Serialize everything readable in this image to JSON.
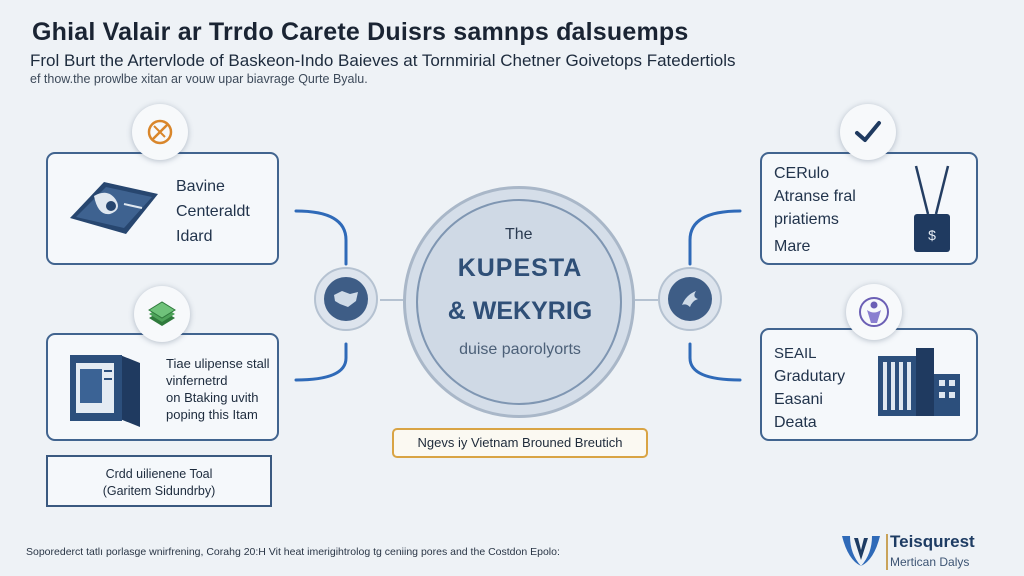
{
  "header": {
    "title": "Ghial Valair ar Trrdo Carete Duisrs samnps ɗalsuemps",
    "subtitle": "Frol Burt the Artervlode of Baskeon-Indo Baieves at Tornmirial Chetner Goivetops Fatedertiols",
    "tagline": "ef thow.the prowlbe xitan ar vouw upar biavrage Qurte Byalu."
  },
  "cards": {
    "top_left": {
      "lines": [
        "Bavine",
        "Centeraldt",
        "Idard"
      ]
    },
    "mid_left": {
      "lines": [
        "Tiae ulipense stall",
        "vinfernetrd",
        "on Btaking uvith",
        "poping this Itam"
      ]
    },
    "top_right": {
      "lines": [
        "CERulo",
        "Atranse fral",
        "priatiems",
        "Mare"
      ]
    },
    "mid_right": {
      "lines": [
        "SEAIL",
        "Gradutary",
        "Easani",
        "Deata"
      ]
    }
  },
  "hub": {
    "the": "The",
    "line1": "KUPESTA",
    "line2": "& WEKYRIG",
    "line3": "duise paorolyorts"
  },
  "badge": "Ngevs iy Vietnam Brouned Breutich",
  "note_box": {
    "line1": "Crdd uilienene Toal",
    "line2": "(Garitem Sidundrby)"
  },
  "footer": "Soporederct tatlı porlasge wnirfrening, Corahg 20:H Vit heat imerigihtrolog tg ceniing pores and the Costdon Epolo:",
  "brand": {
    "name": "Teisqurest",
    "tagline": "Mertican Dalys"
  },
  "icons": {
    "top_left_circle": "tools-icon",
    "mid_left_circle": "money-stack-icon",
    "top_right_circle": "checkmark-icon",
    "mid_right_circle": "person-emblem-icon",
    "left_node": "map-icon",
    "right_node": "dove-icon"
  },
  "colors": {
    "accent": "#2f6ab8",
    "card_border": "#41648f",
    "badge_border": "#d9a444",
    "navy": "#243e63"
  }
}
